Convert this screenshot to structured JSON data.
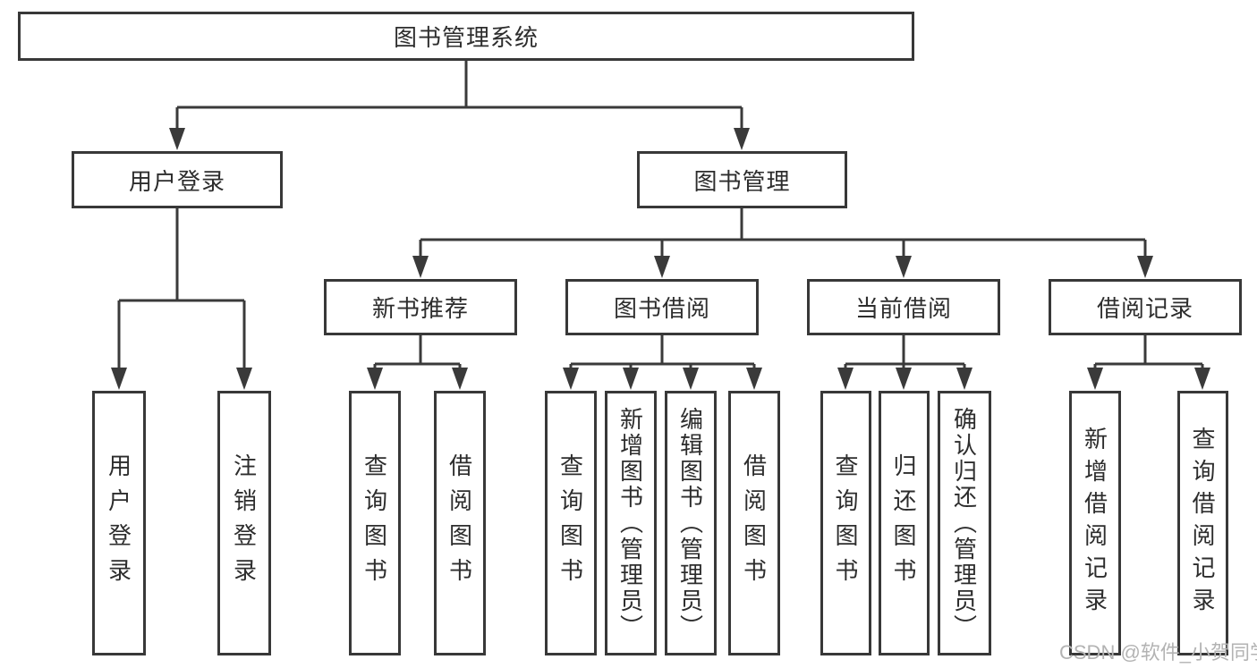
{
  "style": {
    "line_color": "#3a3a3a",
    "box_border_color": "#383838",
    "text_color": "#2d2d2d",
    "background_color": "#ffffff",
    "watermark_color": "#b3b3b3"
  },
  "diagram": {
    "type": "hierarchy-tree",
    "nodes": {
      "root": "图书管理系统",
      "user_login": "用户登录",
      "book_management": "图书管理",
      "new_book_recommend": "新书推荐",
      "book_borrow": "图书借阅",
      "current_borrow": "当前借阅",
      "borrow_record": "借阅记录",
      "leaf_user_login": "用户登录",
      "leaf_logout": "注销登录",
      "leaf_nb_query_book": "查询图书",
      "leaf_nb_borrow_book": "借阅图书",
      "leaf_bb_query_book": "查询图书",
      "leaf_bb_add_book": "新增图书（管理员）",
      "leaf_bb_edit_book": "编辑图书（管理员）",
      "leaf_bb_borrow_book": "借阅图书",
      "leaf_cb_query_book": "查询图书",
      "leaf_cb_return_book": "归还图书",
      "leaf_cb_confirm_return": "确认归还（管理员）",
      "leaf_br_add_record": "新增借阅记录",
      "leaf_br_query_record": "查询借阅记录"
    }
  },
  "watermark": "CSDN @软件_小贺同学"
}
